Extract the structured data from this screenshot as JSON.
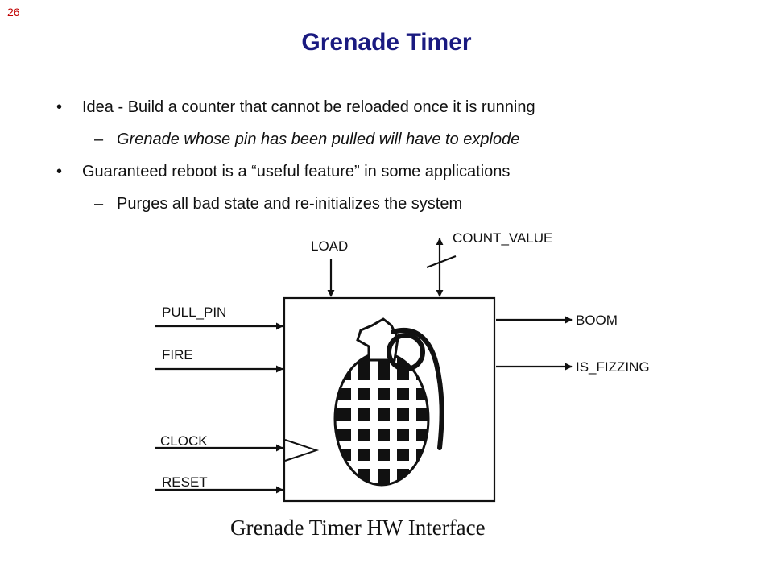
{
  "slide_number": "26",
  "title": "Grenade Timer",
  "bullets": [
    {
      "text": "Idea - Build a counter that cannot be reloaded once it is running"
    },
    {
      "sub": "Grenade whose pin has been pulled will have to explode"
    },
    {
      "text": "Guaranteed reboot is a “useful feature” in some applications"
    },
    {
      "sub": "Purges all bad state and re-initializes the system"
    }
  ],
  "bullet_marker": "•",
  "sub_marker": "–",
  "diagram": {
    "inputs_left": [
      "PULL_PIN",
      "FIRE",
      "CLOCK",
      "RESET"
    ],
    "inputs_top": [
      "LOAD",
      "COUNT_VALUE"
    ],
    "outputs_right": [
      "BOOM",
      "IS_FIZZING"
    ]
  },
  "caption": "Grenade Timer HW Interface"
}
